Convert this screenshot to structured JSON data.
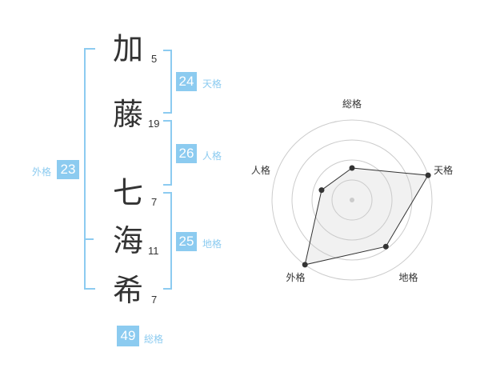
{
  "characters": [
    {
      "char": "加",
      "strokes": "5"
    },
    {
      "char": "藤",
      "strokes": "19"
    },
    {
      "char": "七",
      "strokes": "7"
    },
    {
      "char": "海",
      "strokes": "11"
    },
    {
      "char": "希",
      "strokes": "7"
    }
  ],
  "fortunes": {
    "tenkaku": {
      "value": "24",
      "label": "天格"
    },
    "jinkaku": {
      "value": "26",
      "label": "人格"
    },
    "chikaku": {
      "value": "25",
      "label": "地格"
    },
    "gaikaku": {
      "value": "23",
      "label": "外格"
    },
    "soukaku": {
      "value": "49",
      "label": "総格"
    }
  },
  "colors": {
    "accent": "#8ccbf0",
    "text": "#333333"
  },
  "chart_data": {
    "type": "radar",
    "axes": [
      "総格",
      "天格",
      "地格",
      "外格",
      "人格"
    ],
    "values": [
      0.4,
      1.0,
      0.72,
      1.0,
      0.4
    ],
    "rings": 4
  }
}
